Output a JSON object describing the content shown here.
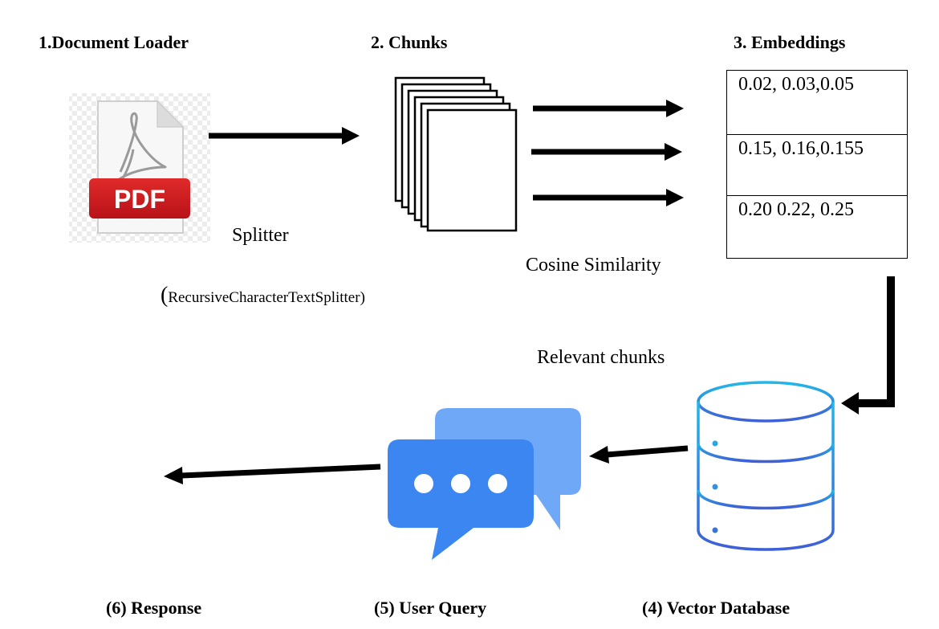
{
  "steps": {
    "document_loader": "1.Document Loader",
    "chunks": "2.  Chunks",
    "embeddings": "3. Embeddings",
    "vector_database": "(4) Vector Database",
    "user_query": "(5) User Query",
    "response": "(6) Response"
  },
  "labels": {
    "splitter": "Splitter",
    "splitter_paren_open": "(",
    "splitter_class": "RecursiveCharacterTextSplitter)",
    "cosine_similarity": "Cosine Similarity",
    "relevant_chunks": "Relevant chunks"
  },
  "pdf_icon": {
    "badge_text": "PDF",
    "icon": "pdf-file-icon",
    "badge_color": "#c8161d"
  },
  "embeddings_table": {
    "rows": [
      "0.02, 0.03,0.05",
      "0.15, 0.16,0.155",
      "0.20 0.22, 0.25"
    ]
  },
  "colors": {
    "arrow": "#000000",
    "database_gradient_start": "#22b8e8",
    "database_gradient_end": "#3f5fd6",
    "chat_front": "#3b86f0",
    "chat_back": "#6ea8f7"
  },
  "icons": [
    "pdf-file-icon",
    "document-stack-icon",
    "database-icon",
    "chat-bubbles-icon"
  ]
}
